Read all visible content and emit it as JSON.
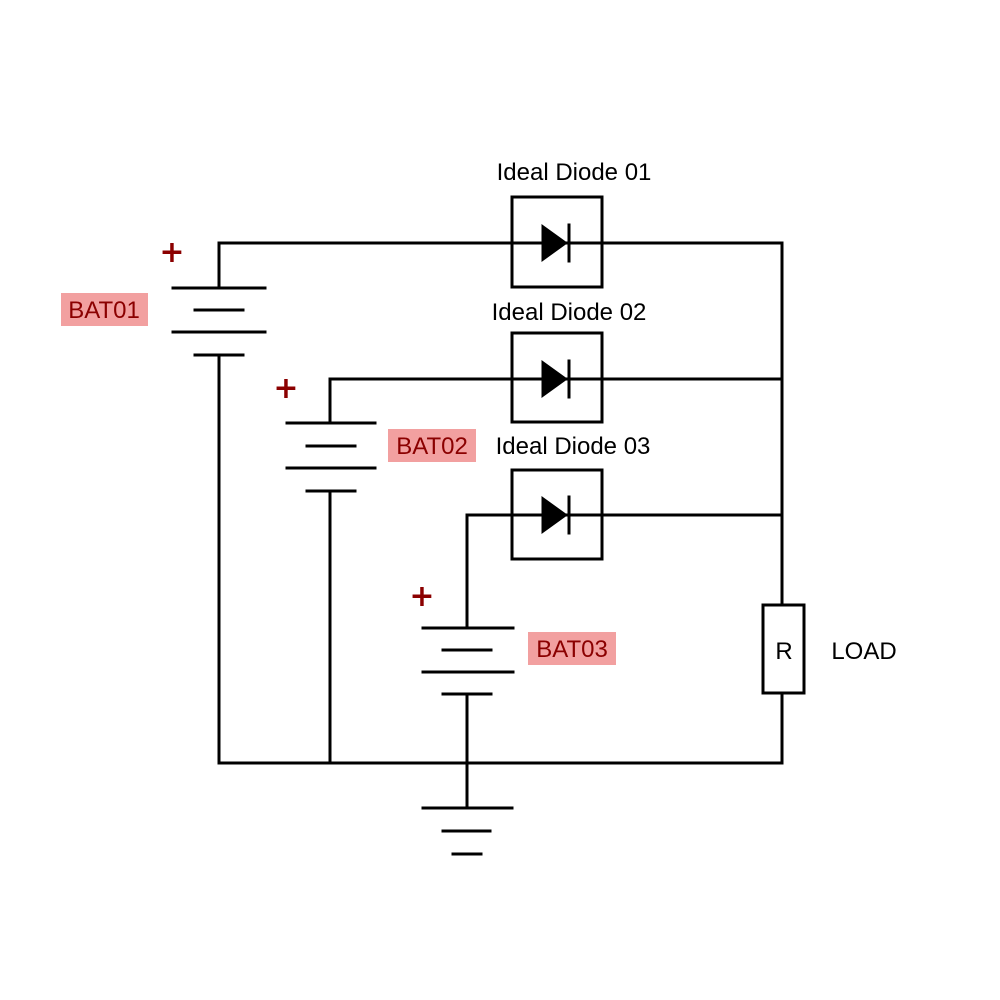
{
  "diodes": [
    {
      "label": "Ideal Diode 01"
    },
    {
      "label": "Ideal Diode 02"
    },
    {
      "label": "Ideal Diode 03"
    }
  ],
  "batteries": [
    {
      "label": "BAT01",
      "polarity": "+"
    },
    {
      "label": "BAT02",
      "polarity": "+"
    },
    {
      "label": "BAT03",
      "polarity": "+"
    }
  ],
  "load": {
    "symbol": "R",
    "label": "LOAD"
  },
  "colors": {
    "wire": "#000000",
    "badge_bg": "#f2a0a0",
    "badge_text": "#8b0000",
    "plus": "#8b0000"
  }
}
